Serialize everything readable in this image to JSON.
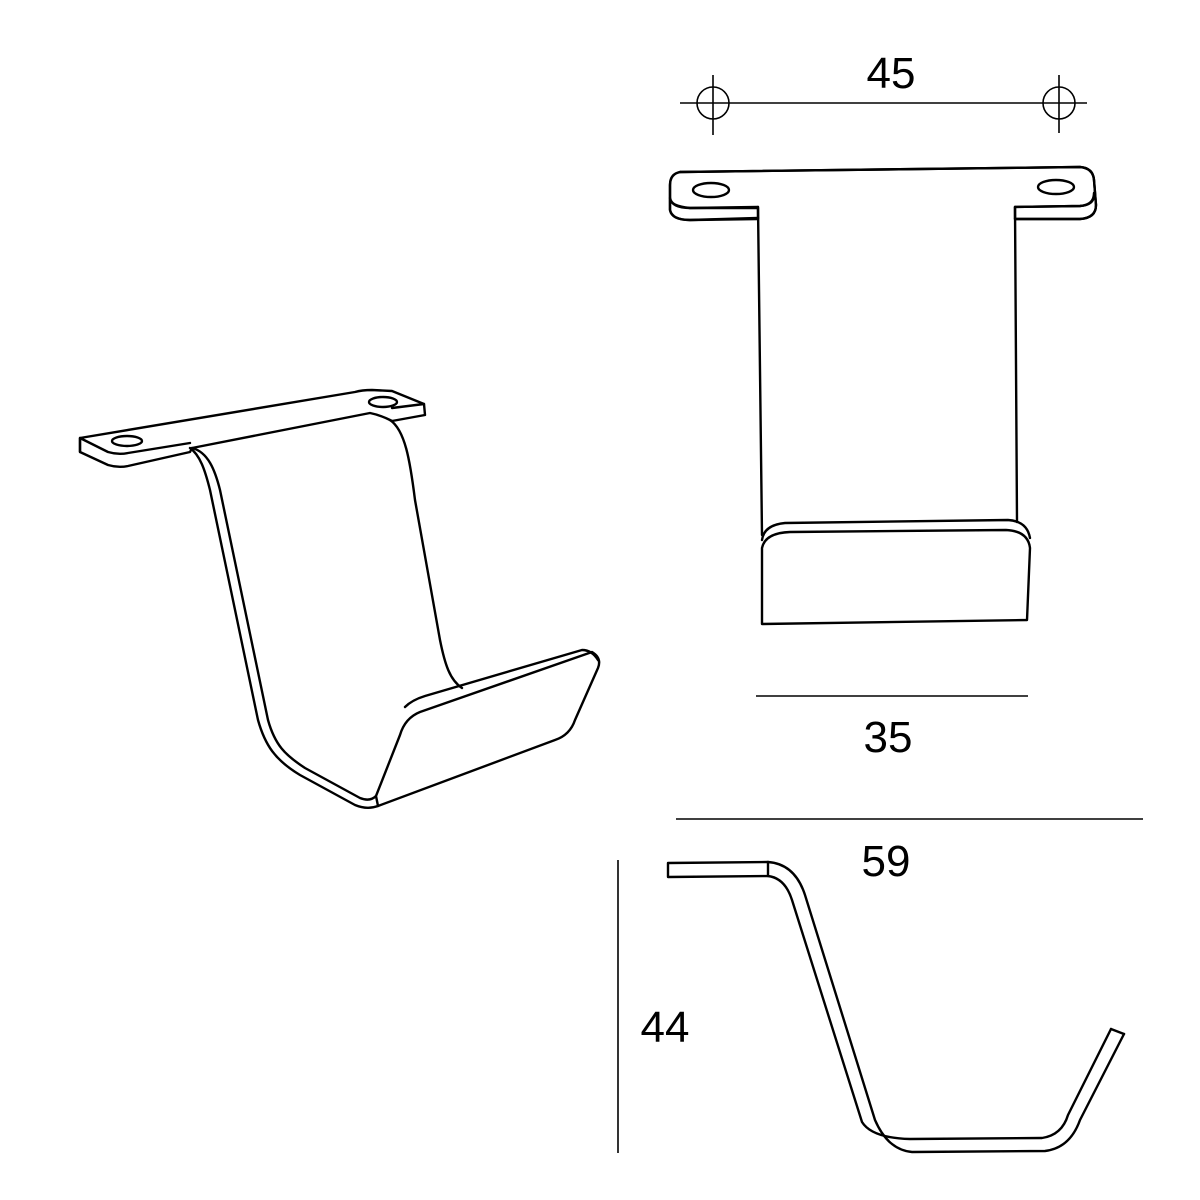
{
  "figure": {
    "type": "technical-drawing",
    "subject": "bent metal bracket / hook with two mounting holes",
    "stroke_color": "#000000",
    "background_color": "#ffffff"
  },
  "views": {
    "isometric": {
      "label": "isometric-view"
    },
    "front": {
      "label": "front-view"
    },
    "side": {
      "label": "side-profile-view"
    }
  },
  "dimensions": {
    "hole_spacing": {
      "value": "45",
      "unit": "mm"
    },
    "hook_width": {
      "value": "35",
      "unit": "mm"
    },
    "overall_depth": {
      "value": "59",
      "unit": "mm"
    },
    "overall_height": {
      "value": "44",
      "unit": "mm"
    }
  }
}
